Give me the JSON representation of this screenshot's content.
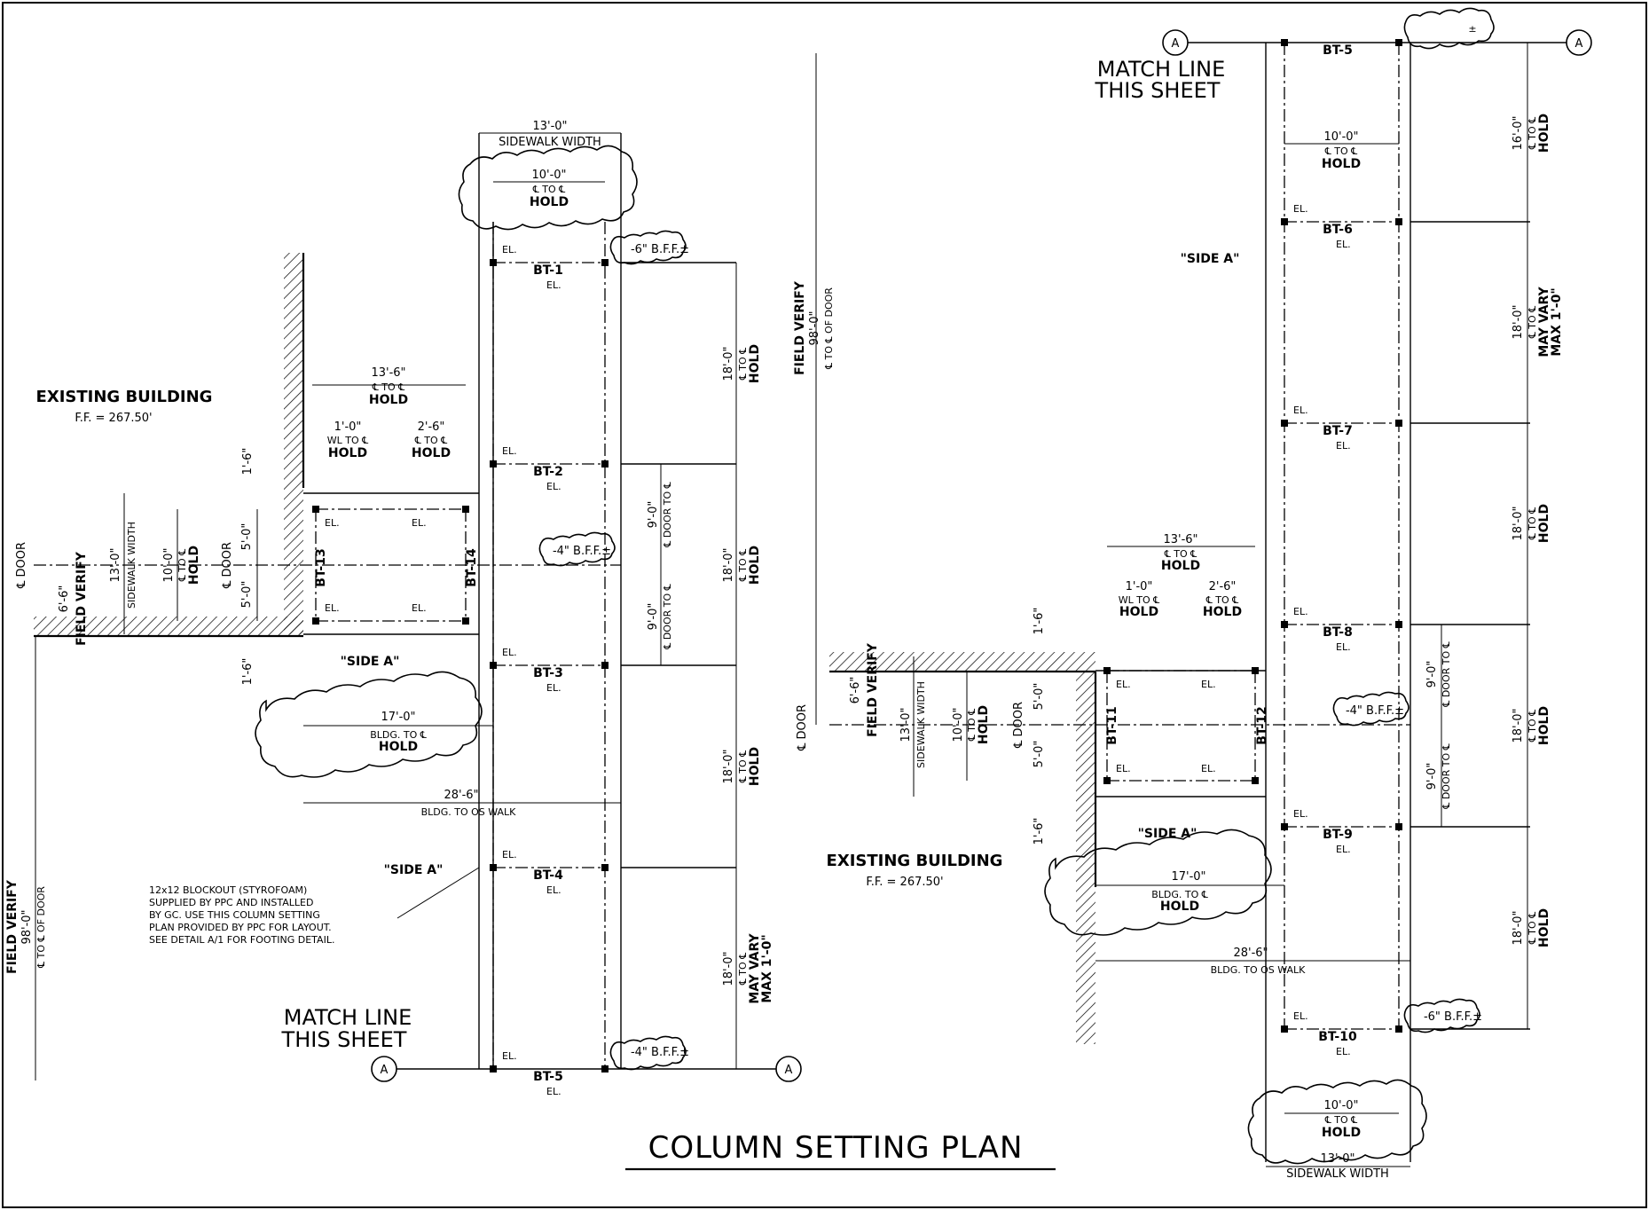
{
  "title": "COLUMN SETTING PLAN",
  "colors": {
    "ink": "#000000",
    "paper": "#ffffff"
  },
  "left": {
    "existing_building": "EXISTING BUILDING",
    "ff": "F.F. =  267.50'",
    "sidewalk_dim": "13'-0\"",
    "sidewalk_label": "SIDEWALK WIDTH",
    "cl_dim_top": "10'-0\"",
    "cl_to_cl": "℄ TO ℄",
    "hold": "HOLD",
    "bff_top": "-6\" B.F.F.±",
    "bff_mid": "-4\" B.F.F.±",
    "bff_bot": "-4\" B.F.F.±",
    "el": "EL.",
    "columns": [
      "BT-1",
      "BT-2",
      "BT-3",
      "BT-4",
      "BT-5"
    ],
    "side_cols": [
      "BT-13",
      "BT-14"
    ],
    "vert_dims": [
      "18'-0\"",
      "18'-0\"",
      "18'-0\"",
      "18'-0\""
    ],
    "may_vary": "MAY VARY",
    "max": "MAX 1'-0\"",
    "entry_dim": "13'-6\"",
    "wl_dim": "1'-0\"",
    "wl_to_cl": "WL TO ℄",
    "dim_2_6": "2'-6\"",
    "dim_1_6": "1'-6\"",
    "dim_10_0": "10'-0\"",
    "dim_5_0": "5'-0\"",
    "dim_9_0": "9'-0\"",
    "cl_door_to": "℄ DOOR TO ℄",
    "cl_door": "℄ DOOR",
    "dim_6_6": "6'-6\"",
    "field_verify": "FIELD VERIFY",
    "field_verify_dim": "98'-0\"",
    "cl_of_door": "℄ TO ℄ OF DOOR",
    "side_a": "\"SIDE A\"",
    "bldg_dim": "17'-0\"",
    "bldg_to_cl": "BLDG. TO ℄",
    "walk_dim": "28'-6\"",
    "bldg_to_walk": "BLDG. TO OS WALK",
    "note": [
      "12x12 BLOCKOUT (STYROFOAM)",
      "SUPPLIED BY PPC AND INSTALLED",
      "BY GC. USE THIS COLUMN SETTING",
      "PLAN PROVIDED BY PPC FOR LAYOUT.",
      "SEE DETAIL A/1 FOR FOOTING DETAIL."
    ],
    "match_line": "MATCH LINE",
    "this_sheet": "THIS SHEET",
    "grid": "A"
  },
  "right": {
    "match_line": "MATCH LINE",
    "this_sheet": "THIS SHEET",
    "grid": "A",
    "columns": [
      "BT-5",
      "BT-6",
      "BT-7",
      "BT-8",
      "BT-9",
      "BT-10"
    ],
    "side_cols": [
      "BT-11",
      "BT-12"
    ],
    "dim_16_0": "16'-0\"",
    "vert_dims": [
      "18'-0\"",
      "18'-0\"",
      "18'-0\"",
      "18'-0\""
    ],
    "existing_building": "EXISTING BUILDING",
    "ff": "F.F. =  267.50'",
    "side_a": "\"SIDE A\"",
    "bff_top": "±",
    "bff_mid": "-4\" B.F.F.±",
    "bff_bot": "-6\" B.F.F.±",
    "sidewalk_dim": "13'-0\"",
    "sidewalk_label": "SIDEWALK WIDTH"
  }
}
